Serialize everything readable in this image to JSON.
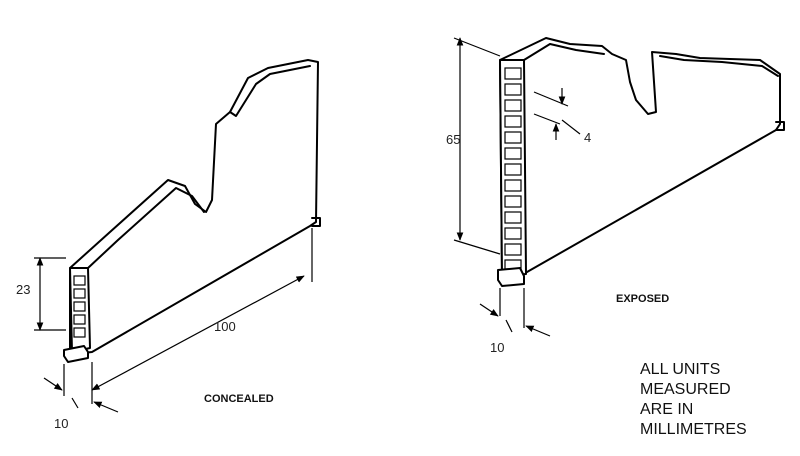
{
  "concealed": {
    "height_label": "23",
    "length_label": "100",
    "width_label": "10",
    "caption": "CONCEALED"
  },
  "exposed": {
    "height_label": "65",
    "slot_label": "4",
    "width_label": "10",
    "caption": "EXPOSED"
  },
  "note": {
    "lines": [
      "ALL UNITS",
      "MEASURED",
      "ARE IN",
      "MILLIMETRES"
    ]
  },
  "colors": {
    "ink": "#000000",
    "background": "#ffffff"
  }
}
